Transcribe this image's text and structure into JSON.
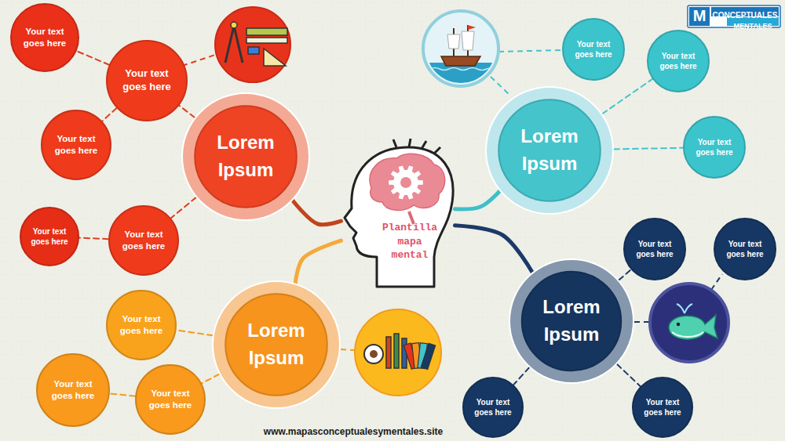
{
  "diagram": {
    "nodes": [
      {
        "text": [
          "Plantilla mapa mental"
        ]
      },
      {
        "text": [
          "Lorem Ipsum"
        ]
      },
      {
        "text": [
          "Your text goes here"
        ]
      },
      {
        "text": [
          "Your text goes here"
        ]
      },
      {
        "text": [
          "Your text goes here"
        ]
      },
      {
        "text": [
          "Your text goes here"
        ]
      },
      {
        "text": [
          "Your text goes here"
        ]
      },
      {
        "text": [
          "Lorem Ipsum"
        ]
      },
      {
        "text": [
          "Your text goes here"
        ]
      },
      {
        "text": [
          "Your text goes here"
        ]
      },
      {
        "text": [
          "Your text goes here"
        ]
      },
      {
        "text": [
          "Lorem Ipsum"
        ]
      },
      {
        "text": [
          "Your text goes here"
        ]
      },
      {
        "text": [
          "Your text goes here"
        ]
      },
      {
        "text": [
          "Your text goes here"
        ]
      },
      {
        "text": [
          "Lorem Ipsum"
        ]
      },
      {
        "text": [
          "Your text goes here"
        ]
      },
      {
        "text": [
          "Your text goes here"
        ]
      },
      {
        "text": [
          "Your text goes here"
        ]
      },
      {
        "text": [
          "Your text goes here"
        ]
      }
    ],
    "edges": [
      {
        "from": 0,
        "to": 1,
        "arrow": "none"
      },
      {
        "from": 0,
        "to": 7,
        "arrow": "none"
      },
      {
        "from": 0,
        "to": 11,
        "arrow": "none"
      },
      {
        "from": 0,
        "to": 15,
        "arrow": "none"
      },
      {
        "from": 1,
        "to": 2,
        "arrow": "none"
      },
      {
        "from": 2,
        "to": 3,
        "arrow": "none"
      },
      {
        "from": 2,
        "to": 4,
        "arrow": "none"
      },
      {
        "from": 1,
        "to": 5,
        "arrow": "none"
      },
      {
        "from": 5,
        "to": 6,
        "arrow": "none"
      },
      {
        "from": 7,
        "to": 9,
        "arrow": "none"
      },
      {
        "from": 7,
        "to": 10,
        "arrow": "none"
      },
      {
        "from": 11,
        "to": 12,
        "arrow": "none"
      },
      {
        "from": 11,
        "to": 14,
        "arrow": "none"
      },
      {
        "from": 14,
        "to": 13,
        "arrow": "none"
      },
      {
        "from": 15,
        "to": 16,
        "arrow": "none"
      },
      {
        "from": 15,
        "to": 18,
        "arrow": "none"
      },
      {
        "from": 15,
        "to": 19,
        "arrow": "none"
      }
    ],
    "labels": [
      "M",
      "CONCEPTUALES",
      "MENTALES",
      "www.mapasconceptualesymentales.site"
    ]
  }
}
